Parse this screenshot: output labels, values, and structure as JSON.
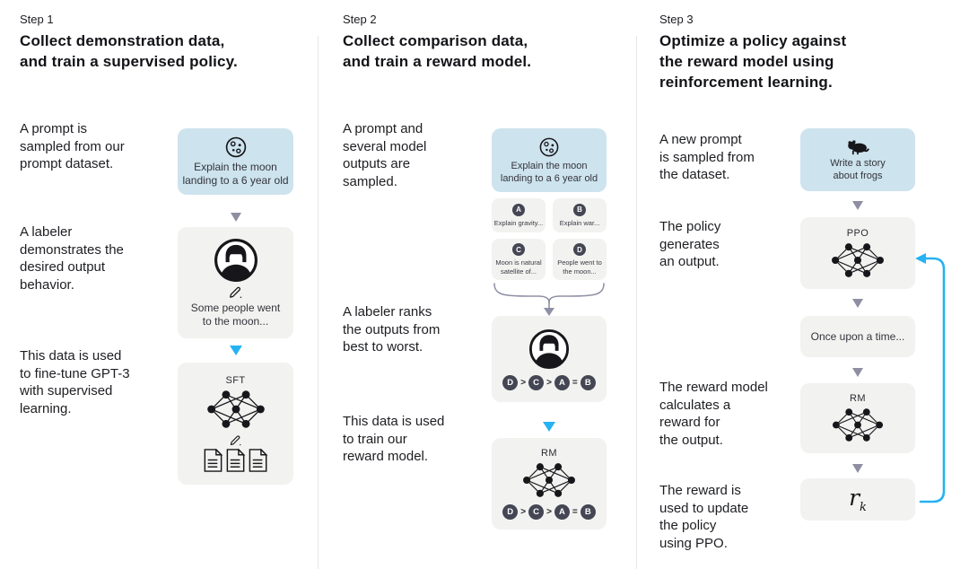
{
  "colors": {
    "background": "#ffffff",
    "prompt_box_bg": "#cde3ee",
    "gray_box_bg": "#f2f2f0",
    "flow_arrow_gray": "#8e8ea3",
    "flow_arrow_cyan": "#27b2f2",
    "letter_badge_bg": "#444654",
    "text_dark": "#121317",
    "divider": "#e7e7e7"
  },
  "icons": {
    "moon": "moon-icon",
    "frog": "frog-icon",
    "labeler": "labeler-avatar-icon",
    "pencil": "pencil-icon",
    "network": "neural-network-icon",
    "documents": "documents-icon",
    "down_arrow": "down-arrow-icon",
    "converge_brace": "converge-brace-icon",
    "feedback_arrow": "feedback-arrow-icon"
  },
  "step1": {
    "label": "Step 1",
    "title": "Collect demonstration data,\nand train a supervised policy.",
    "captions": [
      "A prompt is\nsampled from our\nprompt dataset.",
      "A labeler\ndemonstrates the\ndesired output\nbehavior.",
      "This data is used\nto fine-tune GPT-3\nwith supervised\nlearning."
    ],
    "prompt_box": {
      "text": "Explain the moon\nlanding to a 6 year old"
    },
    "labeler_box": {
      "text": "Some people went\nto the moon..."
    },
    "sft_box": {
      "label": "SFT"
    }
  },
  "step2": {
    "label": "Step 2",
    "title": "Collect comparison data,\nand train a reward model.",
    "captions": [
      "A prompt and\nseveral model\noutputs are\nsampled.",
      "A labeler ranks\nthe outputs from\nbest to worst.",
      "This data is used\nto train our\nreward model."
    ],
    "prompt_box": {
      "text": "Explain the moon\nlanding to a 6 year old"
    },
    "outputs": [
      {
        "id": "A",
        "text": "Explain gravity..."
      },
      {
        "id": "B",
        "text": "Explain war..."
      },
      {
        "id": "C",
        "text": "Moon is natural\nsatellite of..."
      },
      {
        "id": "D",
        "text": "People went to\nthe moon..."
      }
    ],
    "ranking": {
      "display": "D > C > A = B",
      "items": [
        "D",
        "C",
        "A",
        "B"
      ],
      "separators": [
        ">",
        ">",
        "="
      ]
    },
    "rm_box": {
      "label": "RM"
    }
  },
  "step3": {
    "label": "Step 3",
    "title": "Optimize a policy against\nthe reward model using\nreinforcement learning.",
    "captions": [
      "A new prompt\nis sampled from\nthe dataset.",
      "The policy\ngenerates\nan output.",
      "The reward model\ncalculates a\nreward for\nthe output.",
      "The reward is\nused to update\nthe policy\nusing PPO."
    ],
    "prompt_box": {
      "text": "Write a story\nabout frogs"
    },
    "ppo_box": {
      "label": "PPO"
    },
    "output_box": {
      "text": "Once upon a time..."
    },
    "rm_box": {
      "label": "RM"
    },
    "reward_box": {
      "base": "r",
      "subscript": "k"
    }
  }
}
